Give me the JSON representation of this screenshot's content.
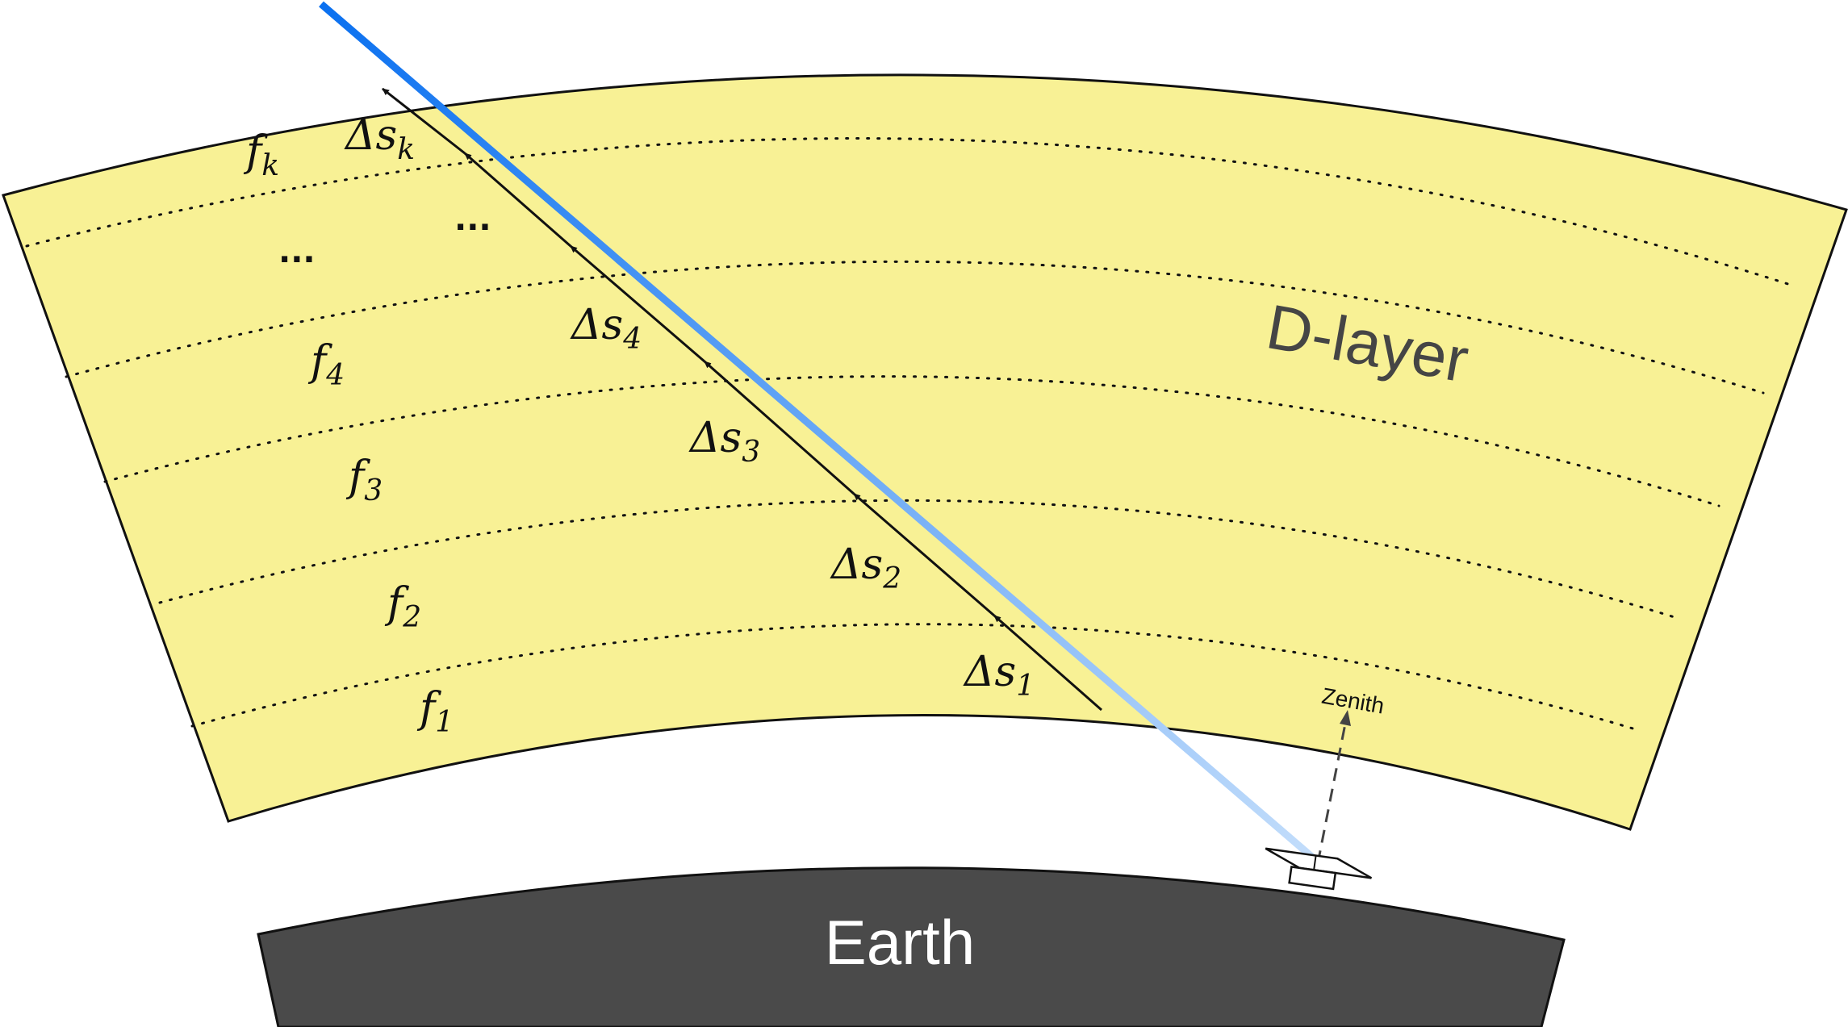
{
  "diagram": {
    "layer_label": "D-layer",
    "earth_label": "Earth",
    "zenith_label": "Zenith",
    "layer_labels": [
      {
        "id": "f1",
        "base": "f",
        "sub": "1"
      },
      {
        "id": "f2",
        "base": "f",
        "sub": "2"
      },
      {
        "id": "f3",
        "base": "f",
        "sub": "3"
      },
      {
        "id": "f4",
        "base": "f",
        "sub": "4"
      },
      {
        "id": "fdots",
        "base": "...",
        "sub": ""
      },
      {
        "id": "fk",
        "base": "f",
        "sub": "k"
      }
    ],
    "segment_labels": [
      {
        "id": "s1",
        "base": "Δs",
        "sub": "1"
      },
      {
        "id": "s2",
        "base": "Δs",
        "sub": "2"
      },
      {
        "id": "s3",
        "base": "Δs",
        "sub": "3"
      },
      {
        "id": "s4",
        "base": "Δs",
        "sub": "4"
      },
      {
        "id": "sdots",
        "base": "...",
        "sub": ""
      },
      {
        "id": "sk",
        "base": "Δs",
        "sub": "k"
      }
    ],
    "colors": {
      "d_layer_fill": "#f8f195",
      "earth_fill": "#4a4a4a",
      "earth_text": "#ffffff",
      "layer_text": "#454545",
      "ray_start": "#0a70f0",
      "ray_end": "#c4defb",
      "outline": "#111111"
    },
    "icons": {
      "receiver": "satellite-receiver-icon"
    }
  }
}
